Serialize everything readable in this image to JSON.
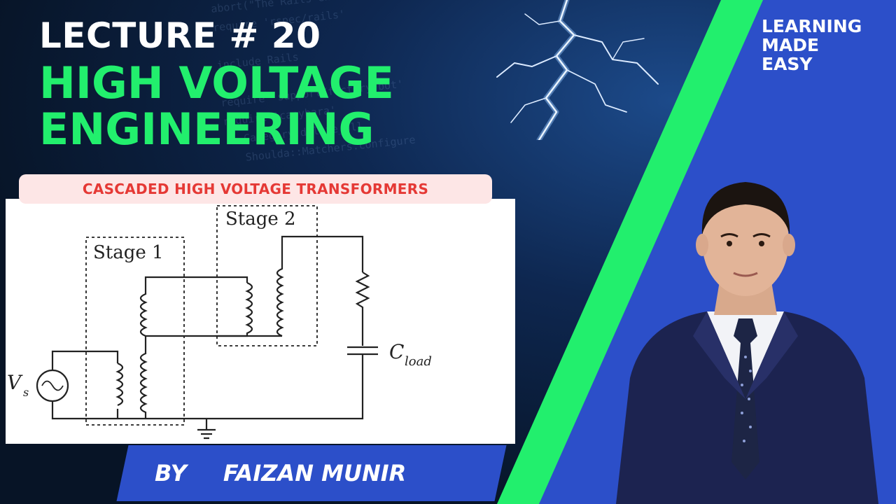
{
  "header": {
    "lecture": "LECTURE # 20",
    "course_line1": "HIGH VOLTAGE",
    "course_line2": "ENGINEERING"
  },
  "brand": [
    "LEARNING",
    "MADE",
    "EASY"
  ],
  "topic": "CASCADED HIGH VOLTAGE TRANSFORMERS",
  "diagram": {
    "stage1": "Stage 1",
    "stage2": "Stage 2",
    "source_label": "V",
    "source_sub": "s",
    "load_label": "C",
    "load_sub": "load"
  },
  "byline": {
    "by": "BY",
    "name": "FAIZAN MUNIR"
  },
  "background_code": "abort(\"The Rails environment is running in production mode\")\nrequire 'rspec/rails'\n\ninclude Rails\n\nrequire 'support/factory_bot'\nrequire 'capybara'\n   Category.delete_all\n   Shoulda::Matchers.configure",
  "colors": {
    "accent_green": "#22ef6d",
    "panel_blue": "#2c4fc9",
    "topic_red": "#e53935",
    "topic_bg": "#fde6e6"
  }
}
